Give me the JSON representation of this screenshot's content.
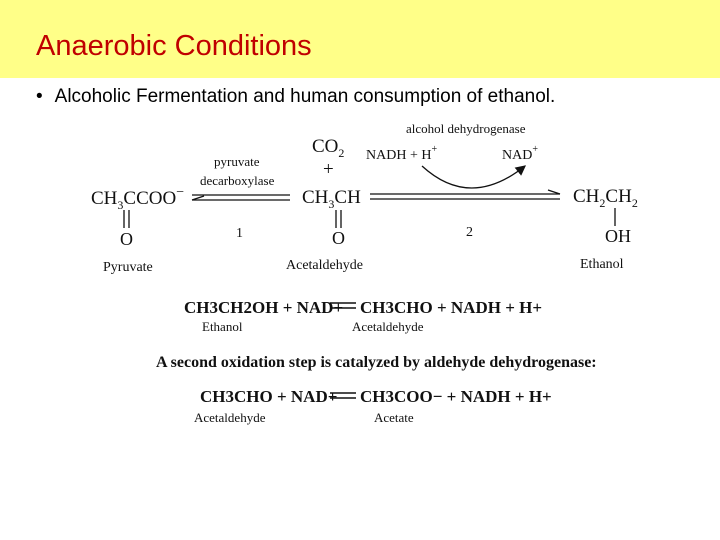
{
  "slide": {
    "title": "Anaerobic Conditions",
    "bullet": "Alcoholic Fermentation and human consumption of ethanol."
  },
  "figure": {
    "reaction1": {
      "co2_c": "CO",
      "co2_sub": "2",
      "plus": "+",
      "enzyme1_line1": "pyruvate",
      "enzyme1_line2": "decarboxylase",
      "enzyme2": "alcohol dehydrogenase",
      "nadh": "NADH + H",
      "nadh_sup": "+",
      "nad": "NAD",
      "nad_sup": "+",
      "pyruvate_formula": {
        "a": "CH",
        "sub": "3",
        "b": "CCOO",
        "sup": "−"
      },
      "acetaldehyde_formula": {
        "a": "CH",
        "sub": "3",
        "b": "CH"
      },
      "ethanol_formula": {
        "a": "CH",
        "sub1": "2",
        "b": "CH",
        "sub2": "2"
      },
      "o": "O",
      "oh": "OH",
      "step1": "1",
      "step2": "2",
      "pyruvate_label": "Pyruvate",
      "acetaldehyde_label": "Acetaldehyde",
      "ethanol_label": "Ethanol"
    },
    "reaction2": {
      "lhs": "CH3CH2OH + NAD+",
      "rhs": "CH3CHO + NADH + H+",
      "lhs_label": "Ethanol",
      "rhs_label": "Acetaldehyde"
    },
    "note": "A second oxidation step is catalyzed by aldehyde dehydrogenase:",
    "reaction3": {
      "lhs": "CH3CHO + NAD+",
      "rhs": "CH3COO− + NADH + H+",
      "lhs_label": "Acetaldehyde",
      "rhs_label": "Acetate"
    }
  }
}
